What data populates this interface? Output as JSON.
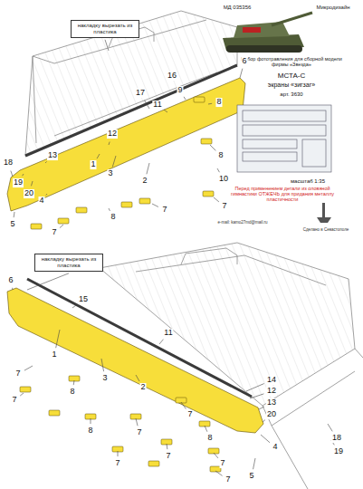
{
  "diagram": {
    "nodes": [
      {
        "text": [
          "накладку вырезать из пластика"
        ]
      },
      {
        "text": [
          "накладку вырезать из пластика"
        ]
      }
    ],
    "labels": [
      "МД 035356",
      "Микродизайн",
      "Набор фототравления для сборной модели фирмы «Звезда»",
      "МСТА-С",
      "экраны «зигзаг»",
      "арт. 3630",
      "масштаб 1:35",
      "Перед применением детали из оловяной гимнастики ОТЖЕЧЬ для придания металлу пластичности",
      "e-mail: kamo27md@mail.ru",
      "Сделано в Севастополе",
      "16",
      "6",
      "9",
      "17",
      "11",
      "12",
      "13",
      "18",
      "19",
      "20",
      "1",
      "3",
      "2",
      "8",
      "8",
      "8",
      "10",
      "7",
      "7",
      "7",
      "5",
      "4",
      "6",
      "15",
      "11",
      "1",
      "7",
      "3",
      "8",
      "2",
      "14",
      "12",
      "13",
      "20",
      "18",
      "19",
      "4",
      "7",
      "8",
      "7",
      "7",
      "8",
      "7",
      "7",
      "7",
      "5",
      "7"
    ]
  }
}
